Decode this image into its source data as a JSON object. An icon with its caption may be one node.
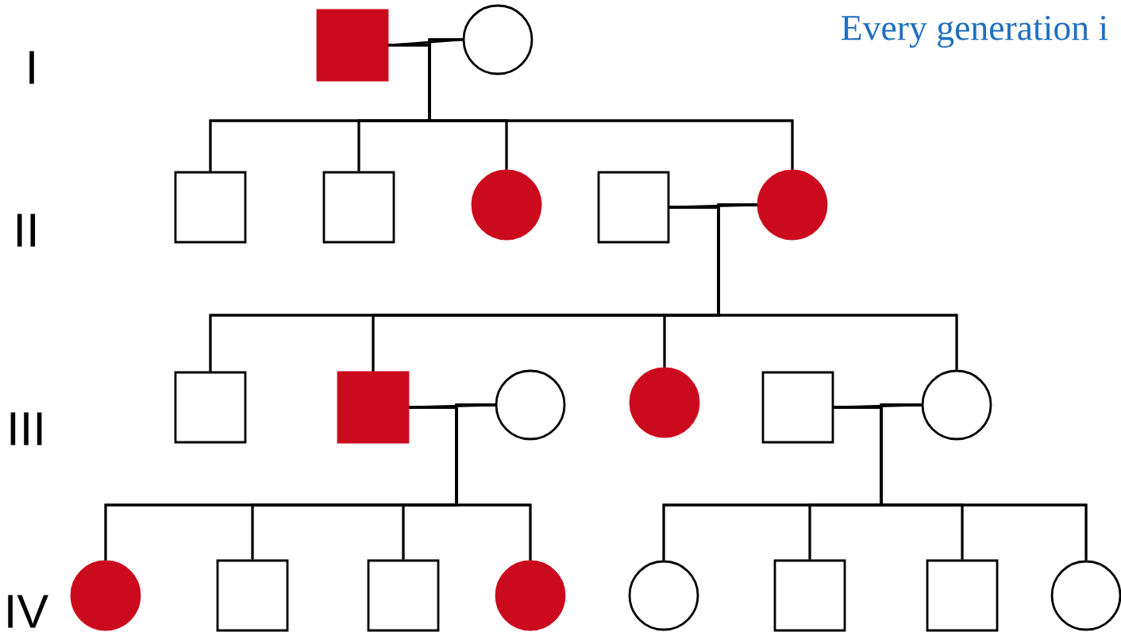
{
  "diagram": {
    "title": "Every generation i",
    "nodes": [
      {
        "text": [],
        "shape": "box"
      },
      {
        "text": [],
        "shape": "circle"
      },
      {
        "text": [],
        "shape": "box"
      },
      {
        "text": [],
        "shape": "box"
      },
      {
        "text": [],
        "shape": "circle"
      },
      {
        "text": [],
        "shape": "box"
      },
      {
        "text": [],
        "shape": "circle"
      },
      {
        "text": [],
        "shape": "box"
      },
      {
        "text": [],
        "shape": "box"
      },
      {
        "text": [],
        "shape": "circle"
      },
      {
        "text": [],
        "shape": "circle"
      },
      {
        "text": [],
        "shape": "box"
      },
      {
        "text": [],
        "shape": "circle"
      },
      {
        "text": [],
        "shape": "circle"
      },
      {
        "text": [],
        "shape": "box"
      },
      {
        "text": [],
        "shape": "box"
      },
      {
        "text": [],
        "shape": "circle"
      },
      {
        "text": [],
        "shape": "circle"
      },
      {
        "text": [],
        "shape": "box"
      },
      {
        "text": [],
        "shape": "box"
      },
      {
        "text": [],
        "shape": "circle"
      }
    ],
    "edges": [
      {
        "from": 0,
        "to": 1,
        "arrow": "none"
      },
      {
        "from": 0,
        "to": 2,
        "arrow": "none"
      },
      {
        "from": 1,
        "to": 2,
        "arrow": "none"
      },
      {
        "from": 0,
        "to": 3,
        "arrow": "none"
      },
      {
        "from": 1,
        "to": 3,
        "arrow": "none"
      },
      {
        "from": 0,
        "to": 4,
        "arrow": "none"
      },
      {
        "from": 1,
        "to": 4,
        "arrow": "none"
      },
      {
        "from": 0,
        "to": 6,
        "arrow": "none"
      },
      {
        "from": 1,
        "to": 6,
        "arrow": "none"
      },
      {
        "from": 5,
        "to": 6,
        "arrow": "none"
      },
      {
        "from": 5,
        "to": 7,
        "arrow": "none"
      },
      {
        "from": 6,
        "to": 7,
        "arrow": "none"
      },
      {
        "from": 5,
        "to": 8,
        "arrow": "none"
      },
      {
        "from": 6,
        "to": 8,
        "arrow": "none"
      },
      {
        "from": 5,
        "to": 10,
        "arrow": "none"
      },
      {
        "from": 6,
        "to": 10,
        "arrow": "none"
      },
      {
        "from": 5,
        "to": 12,
        "arrow": "none"
      },
      {
        "from": 6,
        "to": 12,
        "arrow": "none"
      },
      {
        "from": 8,
        "to": 9,
        "arrow": "none"
      },
      {
        "from": 8,
        "to": 13,
        "arrow": "none"
      },
      {
        "from": 9,
        "to": 13,
        "arrow": "none"
      },
      {
        "from": 8,
        "to": 14,
        "arrow": "none"
      },
      {
        "from": 9,
        "to": 14,
        "arrow": "none"
      },
      {
        "from": 8,
        "to": 15,
        "arrow": "none"
      },
      {
        "from": 9,
        "to": 15,
        "arrow": "none"
      },
      {
        "from": 8,
        "to": 16,
        "arrow": "none"
      },
      {
        "from": 9,
        "to": 16,
        "arrow": "none"
      },
      {
        "from": 11,
        "to": 12,
        "arrow": "none"
      },
      {
        "from": 11,
        "to": 17,
        "arrow": "none"
      },
      {
        "from": 12,
        "to": 17,
        "arrow": "none"
      },
      {
        "from": 11,
        "to": 18,
        "arrow": "none"
      },
      {
        "from": 12,
        "to": 18,
        "arrow": "none"
      },
      {
        "from": 11,
        "to": 19,
        "arrow": "none"
      },
      {
        "from": 12,
        "to": 19,
        "arrow": "none"
      },
      {
        "from": 11,
        "to": 20,
        "arrow": "none"
      },
      {
        "from": 12,
        "to": 20,
        "arrow": "none"
      }
    ],
    "labels": [
      "I",
      "II",
      "III",
      "IV"
    ]
  }
}
